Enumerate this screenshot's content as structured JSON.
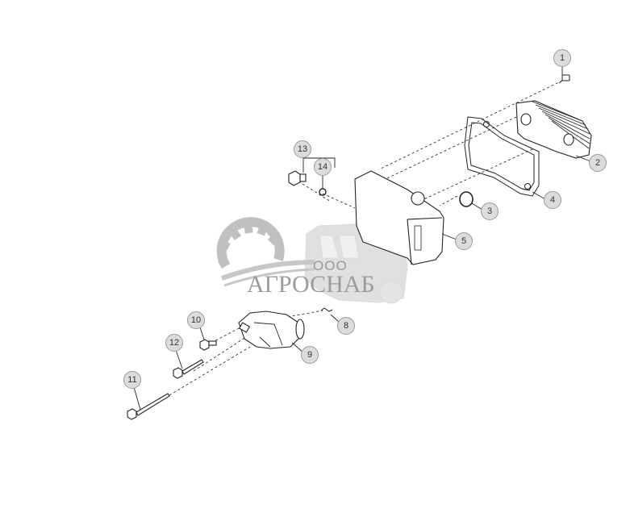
{
  "diagram": {
    "type": "exploded-parts-diagram",
    "subject": "oil cooler assembly",
    "colors": {
      "line": "#222222",
      "callout_fill": "#dcdcdc",
      "callout_border": "#9a9a9a",
      "watermark": "#a8a8a8",
      "background": "#ffffff"
    }
  },
  "callouts": [
    {
      "number": "1",
      "part": "bolt"
    },
    {
      "number": "2",
      "part": "oil cooler core"
    },
    {
      "number": "3",
      "part": "o-ring"
    },
    {
      "number": "4",
      "part": "gasket"
    },
    {
      "number": "5",
      "part": "oil cooler housing"
    },
    {
      "number": "8",
      "part": "gasket"
    },
    {
      "number": "9",
      "part": "filter head"
    },
    {
      "number": "10",
      "part": "bolt"
    },
    {
      "number": "11",
      "part": "long bolt"
    },
    {
      "number": "12",
      "part": "bolt"
    },
    {
      "number": "13",
      "part": "plug"
    },
    {
      "number": "14",
      "part": "sealing washer"
    }
  ],
  "watermark": {
    "prefix": "ООО",
    "name": "АГРОСНАБ",
    "icons": [
      "gear-icon",
      "combine-harvester-icon"
    ]
  }
}
